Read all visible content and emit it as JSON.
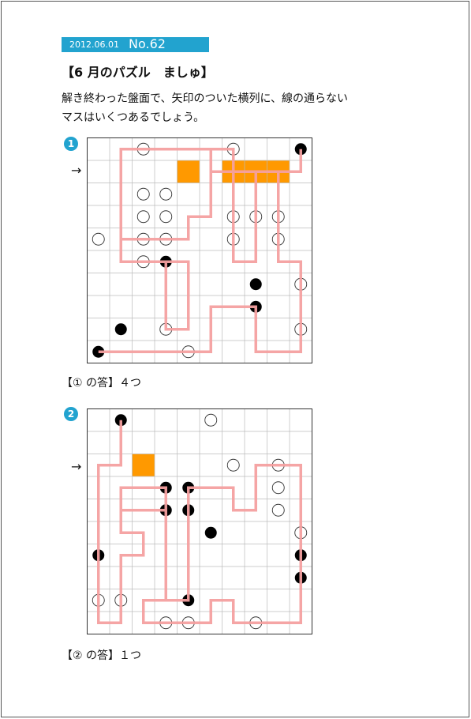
{
  "header": {
    "date": "2012.06.01",
    "number": "No.62"
  },
  "title": "【6 月のパズル　ましゅ】",
  "description": {
    "line1": "解き終わった盤面で、矢印のついた横列に、線の通らない",
    "line2": "マスはいくつあるでしょう。"
  },
  "colors": {
    "accent": "#22a3cf",
    "path": "#f4a0a0",
    "highlight": "#ff9900",
    "grid": "#bbbbbb"
  },
  "arrow_symbol": "→",
  "puzzles": [
    {
      "label": "1",
      "answer": "【① の答】４つ",
      "white": [
        [
          2,
          0
        ],
        [
          6,
          0
        ],
        [
          0,
          4
        ],
        [
          2,
          2
        ],
        [
          3,
          2
        ],
        [
          2,
          3
        ],
        [
          3,
          3
        ],
        [
          6,
          3
        ],
        [
          7,
          3
        ],
        [
          8,
          3
        ],
        [
          2,
          4
        ],
        [
          3,
          4
        ],
        [
          6,
          4
        ],
        [
          8,
          4
        ],
        [
          2,
          5
        ],
        [
          9,
          6
        ],
        [
          3,
          8
        ],
        [
          9,
          8
        ],
        [
          4,
          9
        ]
      ],
      "black": [
        [
          9,
          0
        ],
        [
          3,
          5
        ],
        [
          7,
          6
        ],
        [
          7,
          7
        ],
        [
          1,
          8
        ],
        [
          0,
          9
        ]
      ],
      "highlight": [
        [
          4,
          1
        ],
        [
          6,
          1
        ],
        [
          7,
          1
        ],
        [
          8,
          1
        ]
      ],
      "path": [
        [
          9,
          0
        ],
        [
          9,
          1
        ],
        [
          5,
          1
        ],
        [
          5,
          0
        ],
        [
          1,
          0
        ],
        [
          1,
          5
        ],
        [
          3,
          5
        ],
        [
          3,
          8
        ],
        [
          4,
          8
        ],
        [
          4,
          7
        ],
        [
          4,
          6
        ],
        [
          4,
          5
        ],
        [
          1,
          5
        ],
        [
          1,
          4
        ],
        [
          3,
          4
        ],
        [
          4,
          4
        ],
        [
          4,
          3
        ],
        [
          5,
          3
        ],
        [
          5,
          0
        ],
        [
          6,
          0
        ],
        [
          6,
          5
        ],
        [
          7,
          5
        ],
        [
          7,
          3
        ],
        [
          7,
          1
        ],
        [
          8,
          1
        ],
        [
          8,
          5
        ],
        [
          9,
          5
        ],
        [
          9,
          6
        ],
        [
          9,
          9
        ],
        [
          7,
          9
        ],
        [
          7,
          7
        ],
        [
          5,
          7
        ],
        [
          5,
          9
        ],
        [
          0,
          9
        ]
      ]
    },
    {
      "label": "2",
      "answer": "【② の答】１つ",
      "white": [
        [
          5,
          0
        ],
        [
          6,
          2
        ],
        [
          8,
          2
        ],
        [
          8,
          3
        ],
        [
          8,
          4
        ],
        [
          9,
          5
        ],
        [
          0,
          8
        ],
        [
          1,
          8
        ],
        [
          3,
          9
        ],
        [
          4,
          9
        ],
        [
          7,
          9
        ]
      ],
      "black": [
        [
          1,
          0
        ],
        [
          3,
          3
        ],
        [
          4,
          3
        ],
        [
          3,
          4
        ],
        [
          4,
          4
        ],
        [
          5,
          5
        ],
        [
          0,
          6
        ],
        [
          9,
          6
        ],
        [
          9,
          7
        ],
        [
          4,
          8
        ]
      ],
      "highlight": [
        [
          2,
          2
        ]
      ],
      "path": [
        [
          1,
          0
        ],
        [
          1,
          2
        ],
        [
          0,
          2
        ],
        [
          0,
          9
        ],
        [
          1,
          9
        ],
        [
          1,
          6
        ],
        [
          2,
          6
        ],
        [
          2,
          5
        ],
        [
          1,
          5
        ],
        [
          1,
          4
        ],
        [
          3,
          4
        ],
        [
          3,
          3
        ],
        [
          1,
          3
        ],
        [
          1,
          4
        ],
        [
          3,
          4
        ],
        [
          3,
          6
        ],
        [
          3,
          8
        ],
        [
          4,
          8
        ],
        [
          4,
          7
        ],
        [
          4,
          6
        ],
        [
          4,
          4
        ],
        [
          4,
          3
        ],
        [
          6,
          3
        ],
        [
          6,
          4
        ],
        [
          7,
          4
        ],
        [
          7,
          3
        ],
        [
          7,
          2
        ],
        [
          9,
          2
        ],
        [
          9,
          6
        ],
        [
          9,
          7
        ],
        [
          9,
          9
        ],
        [
          6,
          9
        ],
        [
          6,
          8
        ],
        [
          5,
          8
        ],
        [
          5,
          9
        ],
        [
          2,
          9
        ],
        [
          2,
          8
        ],
        [
          4,
          8
        ]
      ]
    }
  ]
}
